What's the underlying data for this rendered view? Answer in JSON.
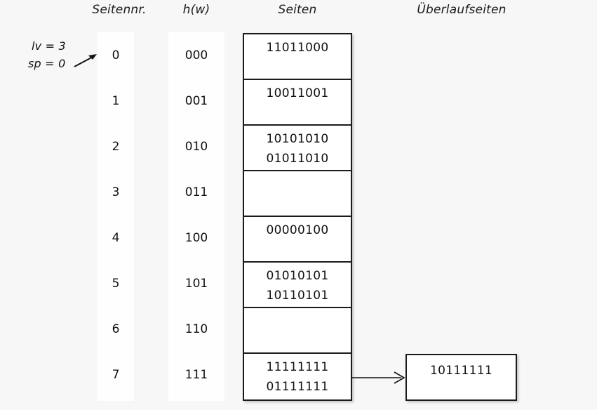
{
  "headers": {
    "seitennr": "Seitennr.",
    "hw": "h(w)",
    "seiten": "Seiten",
    "ueberlaufseiten": "Überlaufseiten"
  },
  "params": {
    "lv": "lv = 3",
    "sp": "sp = 0"
  },
  "rows": [
    {
      "index": "0",
      "hash": "000",
      "entries": [
        "11011000"
      ]
    },
    {
      "index": "1",
      "hash": "001",
      "entries": [
        "10011001"
      ]
    },
    {
      "index": "2",
      "hash": "010",
      "entries": [
        "10101010",
        "01011010"
      ]
    },
    {
      "index": "3",
      "hash": "011",
      "entries": []
    },
    {
      "index": "4",
      "hash": "100",
      "entries": [
        "00000100"
      ]
    },
    {
      "index": "5",
      "hash": "101",
      "entries": [
        "01010101",
        "10110101"
      ]
    },
    {
      "index": "6",
      "hash": "110",
      "entries": []
    },
    {
      "index": "7",
      "hash": "111",
      "entries": [
        "11111111",
        "01111111"
      ]
    }
  ],
  "overflow": {
    "entries": [
      "10111111"
    ],
    "source_row_index": "7"
  },
  "colors": {
    "background": "#f7f7f7",
    "column_strip": "#fefefe",
    "box_fill": "#ffffff",
    "border": "#1b1b1b",
    "text": "#111111"
  }
}
